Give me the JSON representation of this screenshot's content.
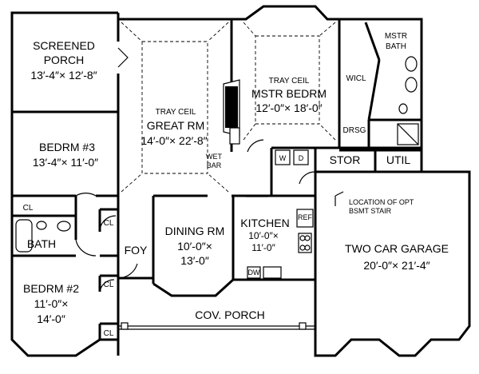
{
  "rooms": {
    "screened_porch": {
      "name_line1": "SCREENED",
      "name_line2": "PORCH",
      "size": "13′-4″× 12′-8″"
    },
    "great_rm": {
      "note": "TRAY CEIL",
      "name": "GREAT RM",
      "size": "14′-0″× 22′-8″"
    },
    "mstr_bedrm": {
      "note": "TRAY CEIL",
      "name": "MSTR BEDRM",
      "size": "12′-0″× 18′-0″"
    },
    "wicl": {
      "name": "WICL"
    },
    "mstr_bath": {
      "name_line1": "MSTR",
      "name_line2": "BATH"
    },
    "drsg": {
      "name": "DRSG"
    },
    "bedrm3": {
      "name": "BEDRM #3",
      "size": "13′-4″× 11′-0″"
    },
    "wet_bar": {
      "name_line1": "WET",
      "name_line2": "BAR"
    },
    "stor": {
      "name": "STOR"
    },
    "util": {
      "name": "UTIL"
    },
    "dining_rm": {
      "name": "DINING RM",
      "size_line1": "10′-0″×",
      "size_line2": "13′-0″"
    },
    "kitchen": {
      "name": "KITCHEN",
      "size_line1": "10′-0″×",
      "size_line2": "11′-0″"
    },
    "garage": {
      "name": "TWO CAR GARAGE",
      "size": "20′-0″× 21′-4″"
    },
    "foy": {
      "name": "FOY"
    },
    "bath": {
      "name": "BATH"
    },
    "bedrm2": {
      "name": "BEDRM #2",
      "size_line1": "11′-0″×",
      "size_line2": "14′-0″"
    },
    "cov_porch": {
      "name": "COV. PORCH"
    }
  },
  "closets": {
    "cl1": "CL",
    "cl2": "CL",
    "cl3": "CL",
    "cl4": "CL"
  },
  "fixtures": {
    "washer": "W",
    "dryer": "D",
    "refrigerator": "REF",
    "dishwasher": "DW"
  },
  "notes": {
    "stair_line1": "LOCATION OF OPT",
    "stair_line2": "BSMT STAIR"
  }
}
